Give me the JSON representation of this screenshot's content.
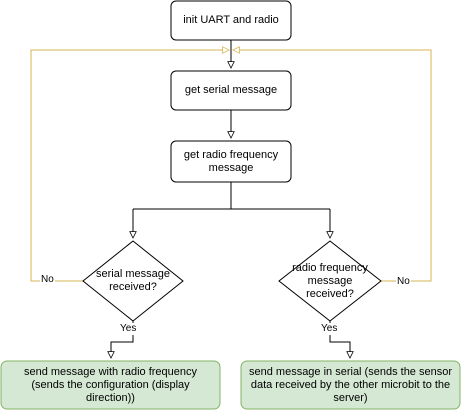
{
  "colors": {
    "stroke": "#000000",
    "loop_arrow": "#d6b656",
    "output_fill": "#d5e8d4",
    "output_stroke": "#82b366"
  },
  "nodes": {
    "init": "init UART and radio",
    "get_serial": "get serial message",
    "get_radio": "get radio frequency message",
    "dec_serial": "serial message received?",
    "dec_radio": "radio frequency message received?",
    "out_radio": "send message with radio frequency (sends the configuration (display direction))",
    "out_serial": "send message in serial (sends the sensor data received by the other microbit to the server)"
  },
  "edges": {
    "serial_no": "No",
    "serial_yes": "Yes",
    "radio_no": "No",
    "radio_yes": "Yes"
  }
}
